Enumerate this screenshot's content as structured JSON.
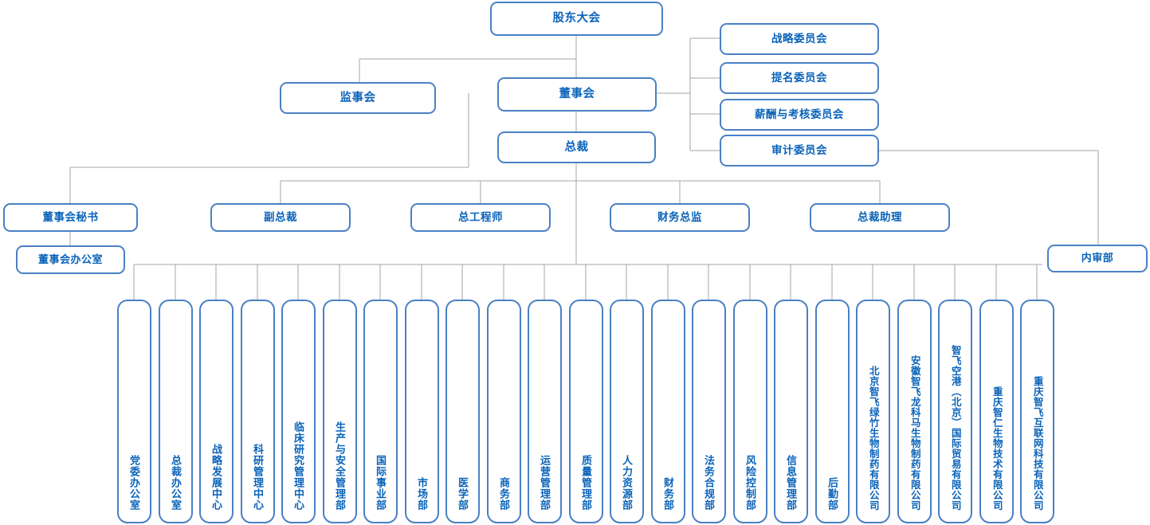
{
  "colors": {
    "box_border": "#4a80c4",
    "text": "#0a63b9",
    "connector": "#a6a6a6",
    "background": "#ffffff"
  },
  "top": {
    "shareholders": "股东大会",
    "supervisory_board": "监事会",
    "board_of_directors": "董事会",
    "president": "总裁"
  },
  "committees": [
    {
      "label": "战略委员会"
    },
    {
      "label": "提名委员会"
    },
    {
      "label": "薪酬与考核委员会"
    },
    {
      "label": "审计委员会"
    }
  ],
  "executives": [
    {
      "label": "董事会秘书"
    },
    {
      "label": "副总裁"
    },
    {
      "label": "总工程师"
    },
    {
      "label": "财务总监"
    },
    {
      "label": "总裁助理"
    }
  ],
  "board_office": {
    "label": "董事会办公室"
  },
  "internal_audit": {
    "label": "内审部"
  },
  "departments": [
    {
      "label": "党委办公室"
    },
    {
      "label": "总裁办公室"
    },
    {
      "label": "战略发展中心"
    },
    {
      "label": "科研管理中心"
    },
    {
      "label": "临床研究管理中心"
    },
    {
      "label": "生产与安全管理部"
    },
    {
      "label": "国际事业部"
    },
    {
      "label": "市场部"
    },
    {
      "label": "医学部"
    },
    {
      "label": "商务部"
    },
    {
      "label": "运营管理部"
    },
    {
      "label": "质量管理部"
    },
    {
      "label": "人力资源部"
    },
    {
      "label": "财务部"
    },
    {
      "label": "法务合规部"
    },
    {
      "label": "风险控制部"
    },
    {
      "label": "信息管理部"
    },
    {
      "label": "后勤部"
    },
    {
      "label": "北京智飞绿竹生物制药有限公司"
    },
    {
      "label": "安徽智飞龙科马生物制药有限公司"
    },
    {
      "label": "智飞空港（北京）国际贸易有限公司"
    },
    {
      "label": "重庆智仁生物技术有限公司"
    },
    {
      "label": "重庆智飞互联网科技有限公司"
    }
  ]
}
